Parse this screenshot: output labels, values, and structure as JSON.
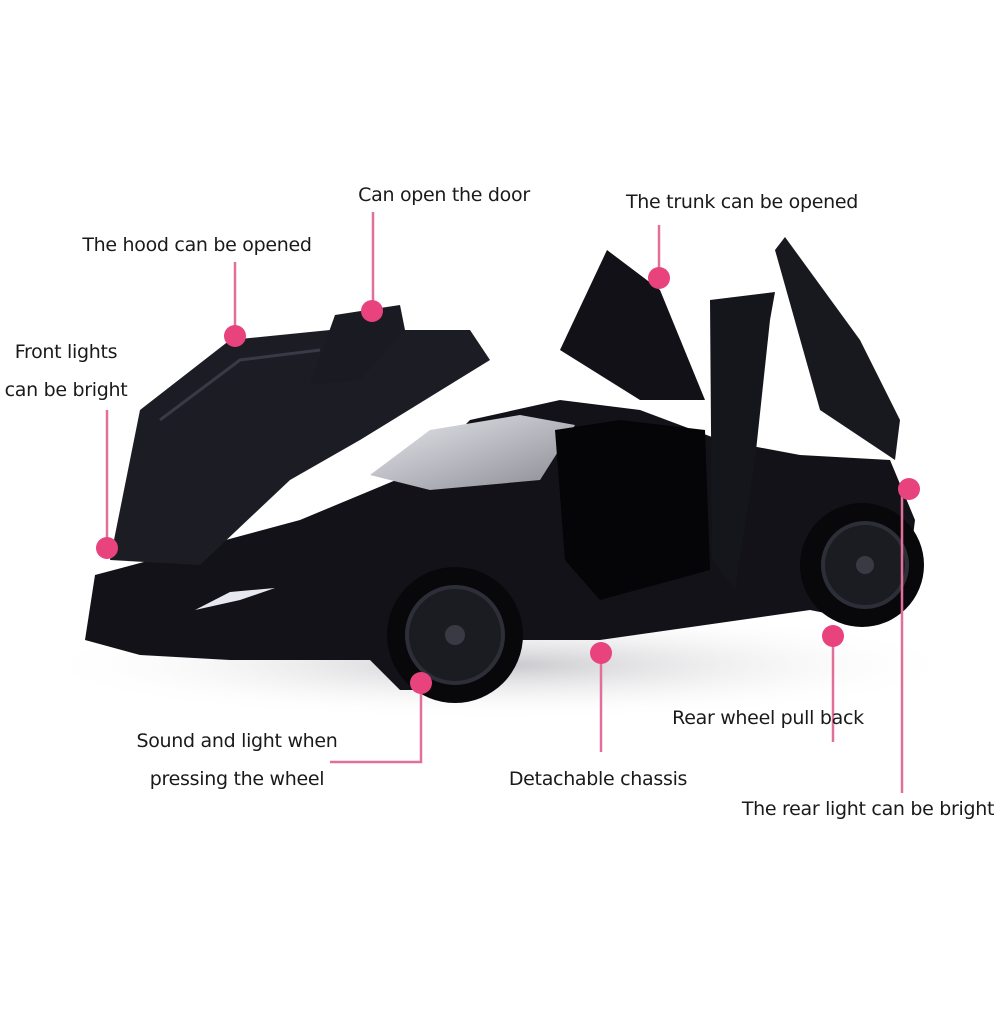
{
  "callouts": {
    "hood": "The hood can be opened",
    "door": "Can open the door",
    "trunk": "The trunk can be opened",
    "front_lights_line1": "Front lights",
    "front_lights_line2": "can be bright",
    "wheel_line1": "Sound and light when",
    "wheel_line2": "pressing the wheel",
    "chassis": "Detachable chassis",
    "pull_back": "Rear wheel pull back",
    "rear_light": "The rear light can be bright"
  },
  "colors": {
    "marker": "#e8437c",
    "leader_line": "#e0709a",
    "car_body": "#121218"
  }
}
